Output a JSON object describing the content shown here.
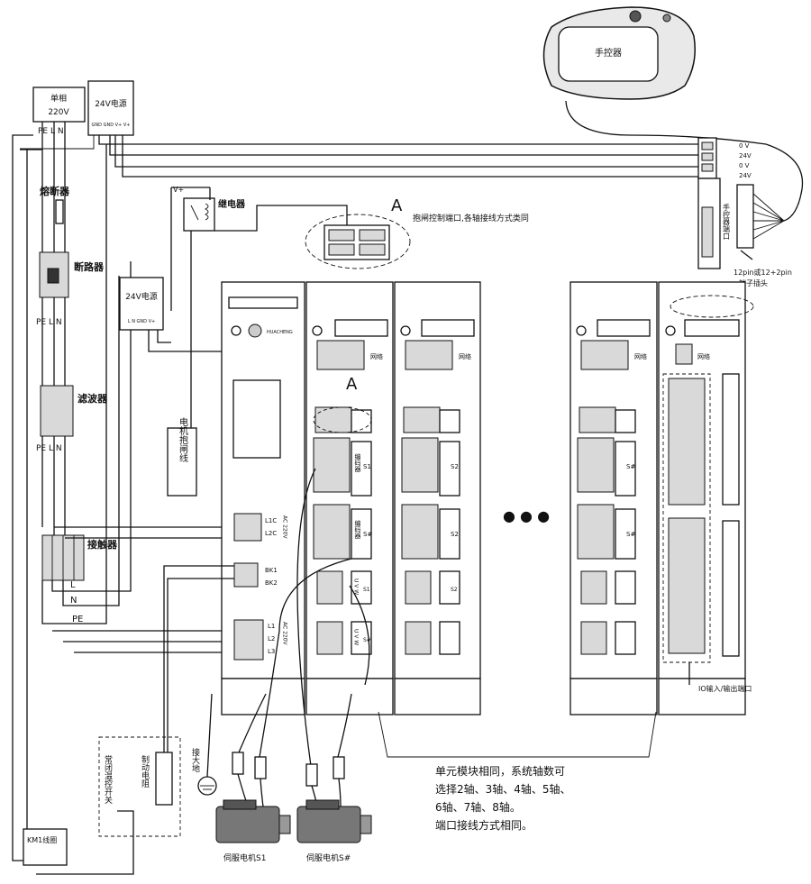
{
  "labels": {
    "power_1ph": "单相",
    "power_220v": "220V",
    "pe_l_n_top": "PE  L  N",
    "fuse": "熔断器",
    "breaker": "断路器",
    "pe_l_n_mid": "PE  L  N",
    "filter": "滤波器",
    "pe_l_n_low": "PE  L  N",
    "contactor": "接触器",
    "wire_l": "L",
    "wire_n": "N",
    "wire_pe": "PE",
    "psu24_top": "24V电源",
    "psu24_top_pins": "GND GND V+ V+",
    "psu24_mid": "24V电源",
    "psu24_mid_pins": "L N GND V+",
    "vplus": "V+",
    "relay": "继电器",
    "brake_line": "电机抱闸线",
    "brake_port_callout": "抱闸控制端口,各轴接线方式类同",
    "callout_a_top": "A",
    "callout_a_mid": "A",
    "handheld": "手控器",
    "handheld_port": "手控器端口",
    "pin_0v_1": "0 V",
    "pin_24v_1": "24V",
    "pin_0v_2": "0 V",
    "pin_24v_2": "24V",
    "terminal_plug": "12pin或12+2pin端子插头",
    "network": "网络",
    "network_2": "网络",
    "network_3": "网络",
    "network_4": "网络",
    "encoder": "编码器",
    "s1": "S1",
    "s2": "S2",
    "s_hash": "S#",
    "l1c": "L1C",
    "l2c": "L2C",
    "ac220": "AC 220V",
    "bk1": "BK1",
    "bk2": "BK2",
    "l1": "L1",
    "l2": "L2",
    "l3": "L3",
    "uvw": "U V W",
    "ground": "接大地",
    "nc_temp_switch": "常闭温控开关",
    "brake_resistor": "制动电阻",
    "km1_coil": "KM1线圈",
    "servo_s1": "伺服电机S1",
    "servo_s_hash": "伺服电机S#",
    "io_port": "IO输入/输出端口",
    "ellipsis": "●  ●  ●",
    "note_line1": "单元模块相同，系统轴数可",
    "note_line2": "选择2轴、3轴、4轴、5轴、",
    "note_line3": "6轴、7轴、8轴。",
    "note_line4": "端口接线方式相同。",
    "brand": "HUACHENG"
  }
}
